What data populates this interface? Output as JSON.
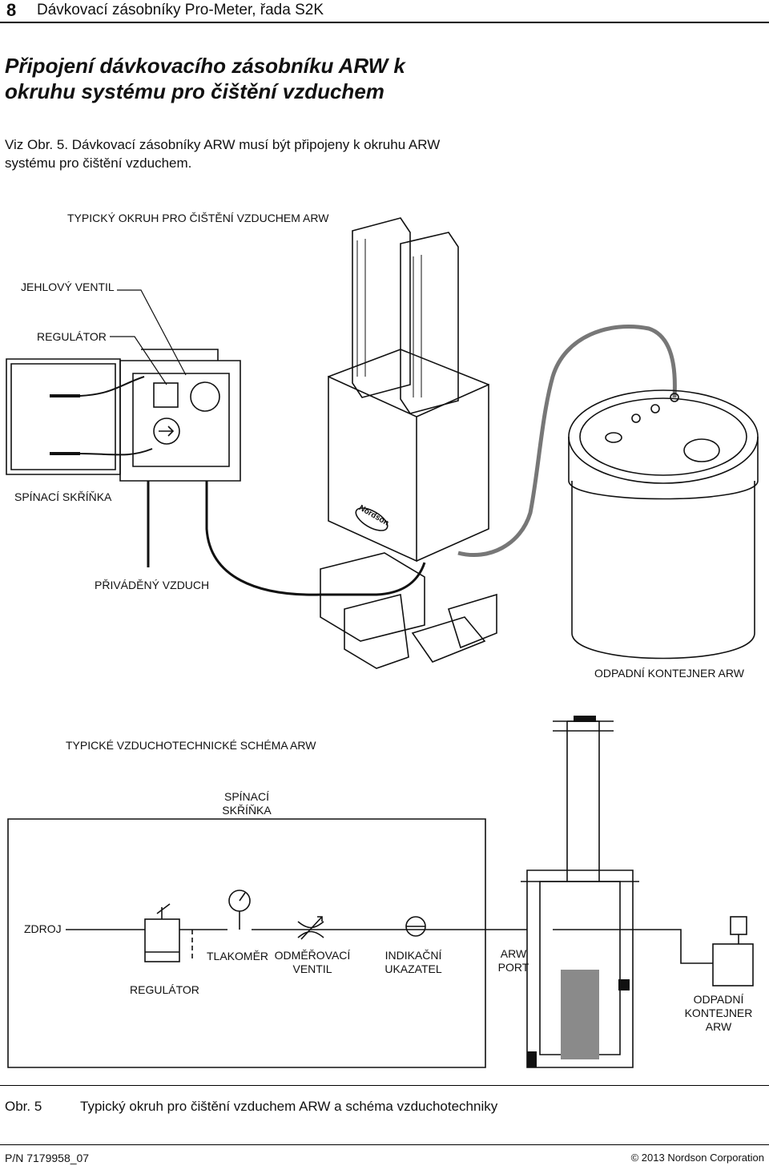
{
  "header": {
    "page_number": "8",
    "title": "Dávkovací zásobníky Pro-Meter, řada S2K"
  },
  "section": {
    "heading": "Připojení dávkovacího zásobníku ARW k okruhu systému pro čištění vzduchem",
    "intro": "Viz Obr. 5. Dávkovací zásobníky ARW musí být připojeny k okruhu ARW systému pro čištění vzduchem."
  },
  "figure_top": {
    "title": "TYPICKÝ OKRUH PRO ČIŠTĚNÍ VZDUCHEM ARW",
    "labels": {
      "needle_valve": "JEHLOVÝ VENTIL",
      "regulator": "REGULÁTOR",
      "switch_box": "SPÍNACÍ SKŘÍŇKA",
      "supply_air": "PŘIVÁDĚNÝ VZDUCH",
      "waste_container": "ODPADNÍ KONTEJNER ARW"
    },
    "brand_mark": "Nordson"
  },
  "figure_bottom": {
    "title": "TYPICKÉ VZDUCHOTECHNICKÉ SCHÉMA ARW",
    "labels": {
      "switch_box": "SPÍNACÍ SKŘÍŇKA",
      "source": "ZDROJ",
      "regulator": "REGULÁTOR",
      "gauge": "TLAKOMĚR",
      "metering_valve": "ODMĚŘOVACÍ VENTIL",
      "indicator": "INDIKAČNÍ UKAZATEL",
      "arw_port": "ARW PORT",
      "waste_container": "ODPADNÍ KONTEJNER ARW"
    }
  },
  "caption": {
    "number": "Obr. 5",
    "text": "Typický okruh pro čištění vzduchem ARW a schéma vzduchotechniky"
  },
  "footer": {
    "part_number": "P/N 7179958_07",
    "copyright": "© 2013 Nordson Corporation"
  }
}
